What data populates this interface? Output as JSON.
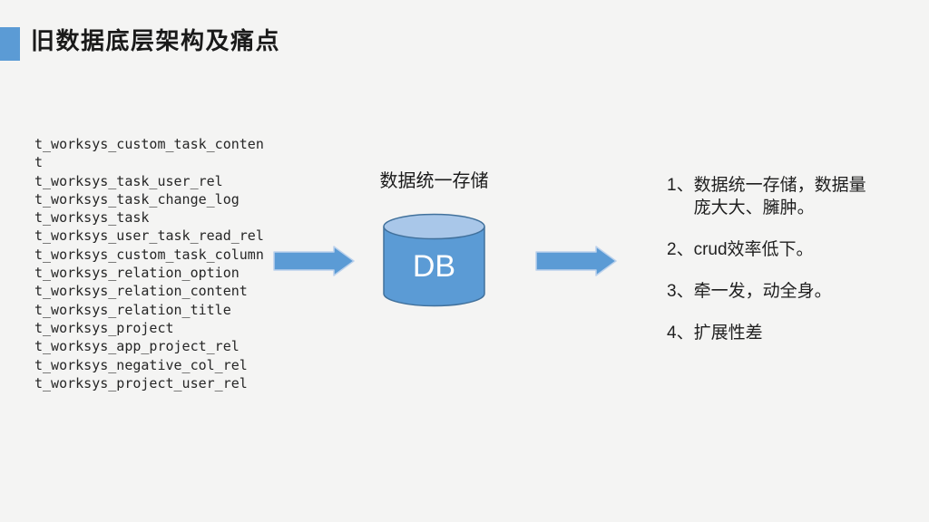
{
  "slide": {
    "title": "旧数据底层架构及痛点",
    "background_color": "#f4f4f3",
    "accent_color": "#5b9bd5"
  },
  "db_tables": {
    "items": [
      "t_worksys_custom_task_content",
      "t_worksys_task_user_rel",
      "t_worksys_task_change_log",
      "t_worksys_task",
      "t_worksys_user_task_read_rel",
      "t_worksys_custom_task_column",
      "t_worksys_relation_option",
      "t_worksys_relation_content",
      "t_worksys_relation_title",
      "t_worksys_project",
      "t_worksys_app_project_rel",
      "t_worksys_negative_col_rel",
      "t_worksys_project_user_rel"
    ]
  },
  "database": {
    "caption": "数据统一存储",
    "label": "DB",
    "body_color": "#5b9bd5",
    "top_color": "#a9c7e9",
    "outline_color": "#41719c"
  },
  "arrows": {
    "fill_color": "#5b9bd5",
    "outline_color": "#bcd2ec"
  },
  "pain_points": {
    "items": [
      {
        "num": "1、",
        "text": "数据统一存储，数据量\n庞大大、臃肿。"
      },
      {
        "num": "2、",
        "text": "crud效率低下。"
      },
      {
        "num": "3、",
        "text": "牵一发，动全身。"
      },
      {
        "num": "4、",
        "text": "扩展性差"
      }
    ]
  }
}
